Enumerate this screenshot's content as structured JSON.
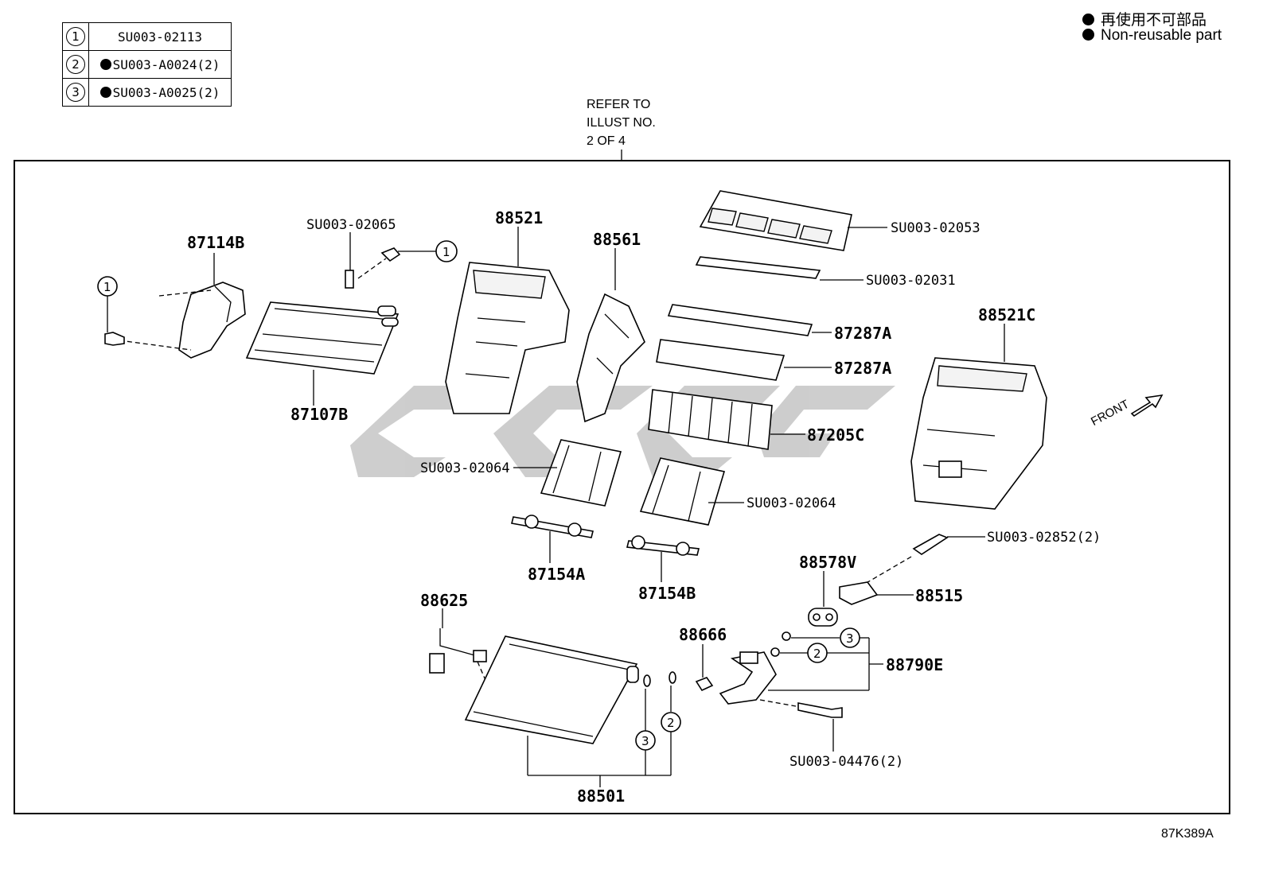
{
  "legend": {
    "rows": [
      {
        "num": "1",
        "code": "SU003-02113",
        "non_reusable": false
      },
      {
        "num": "2",
        "code": "SU003-A0024(2)",
        "non_reusable": true
      },
      {
        "num": "3",
        "code": "SU003-A0025(2)",
        "non_reusable": true
      }
    ]
  },
  "notes": {
    "jp": "再使用不可部品",
    "en": "Non-reusable part"
  },
  "refer": {
    "line1": "REFER TO",
    "line2": "ILLUST NO.",
    "line3": "2 OF 4"
  },
  "parts": {
    "p87114B": "87114B",
    "p87107B": "87107B",
    "pSU02065": "SU003-02065",
    "p88521": "88521",
    "p88561": "88561",
    "pSU02053": "SU003-02053",
    "pSU02031": "SU003-02031",
    "p87287A_1": "87287A",
    "p87287A_2": "87287A",
    "p88521C": "88521C",
    "p87205C": "87205C",
    "pSU02064_1": "SU003-02064",
    "pSU02064_2": "SU003-02064",
    "p87154A": "87154A",
    "p87154B": "87154B",
    "pSU02852": "SU003-02852(2)",
    "p88578V": "88578V",
    "p88515": "88515",
    "p88625": "88625",
    "p88666": "88666",
    "p88790E": "88790E",
    "pSU04476": "SU003-04476(2)",
    "p88501": "88501"
  },
  "callouts": {
    "c1": "1",
    "c2": "2",
    "c3": "3"
  },
  "front": "FRONT",
  "illust_code": "87K389A"
}
